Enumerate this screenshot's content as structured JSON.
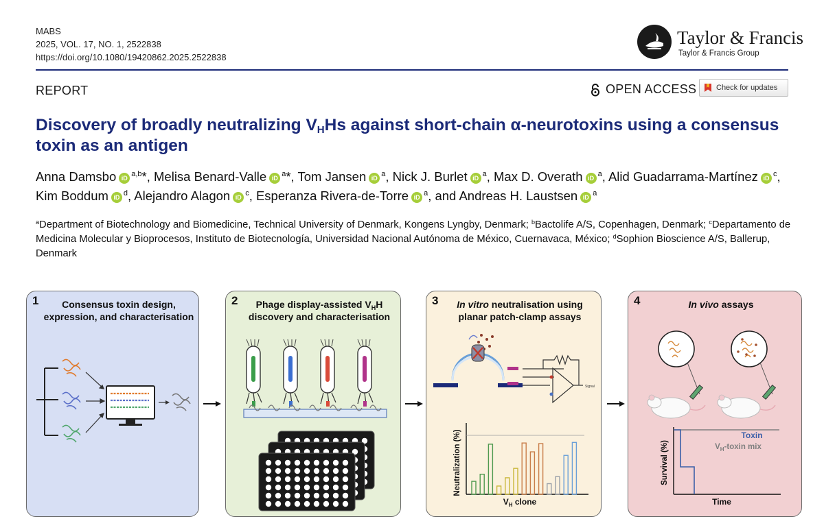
{
  "header": {
    "journal": "MABS",
    "citation": "2025, VOL. 17, NO. 1, 2522838",
    "doi": "https://doi.org/10.1080/19420862.2025.2522838",
    "publisher_name": "Taylor & Francis",
    "publisher_group": "Taylor & Francis Group"
  },
  "article": {
    "type": "REPORT",
    "open_access": "OPEN ACCESS",
    "check_updates": "Check for updates",
    "title_part1": "Discovery of broadly neutralizing V",
    "title_sub": "H",
    "title_part2": "Hs against short-chain α-neurotoxins using a consensus toxin as an antigen"
  },
  "authors": [
    {
      "name": "Anna Damsbo",
      "aff": "a,b",
      "mark": "*"
    },
    {
      "name": "Melisa Benard-Valle",
      "aff": "a",
      "mark": "*"
    },
    {
      "name": "Tom Jansen",
      "aff": "a",
      "mark": ""
    },
    {
      "name": "Nick J. Burlet",
      "aff": "a",
      "mark": ""
    },
    {
      "name": "Max D. Overath",
      "aff": "a",
      "mark": ""
    },
    {
      "name": "Alid Guadarrama-Martínez",
      "aff": "c",
      "mark": ""
    },
    {
      "name": "Kim Boddum",
      "aff": "d",
      "mark": ""
    },
    {
      "name": "Alejandro Alagon",
      "aff": "c",
      "mark": ""
    },
    {
      "name": "Esperanza Rivera-de-Torre",
      "aff": "a",
      "mark": ""
    },
    {
      "name": "Andreas H. Laustsen",
      "aff": "a",
      "mark": ""
    }
  ],
  "authors_conjunction": "and",
  "orcid_label": "iD",
  "affiliations": [
    {
      "key": "a",
      "text": "Department of Biotechnology and Biomedicine, Technical University of Denmark, Kongens Lyngby, Denmark;"
    },
    {
      "key": "b",
      "text": "Bactolife A/S, Copenhagen, Denmark;"
    },
    {
      "key": "c",
      "text": "Departamento de Medicina Molecular y Bioprocesos, Instituto de Biotecnología, Universidad Nacional Autónoma de México, Cuernavaca, México;"
    },
    {
      "key": "d",
      "text": "Sophion Bioscience A/S, Ballerup, Denmark"
    }
  ],
  "figure": {
    "panel1": {
      "number": "1",
      "title": "Consensus toxin design, expression, and characterisation"
    },
    "panel2": {
      "number": "2",
      "title_a": "Phage display-assisted V",
      "title_sub": "H",
      "title_b": "H discovery and characterisation"
    },
    "panel3": {
      "number": "3",
      "title_italic": "In vitro",
      "title_rest": " neutralisation using planar patch-clamp assays",
      "signal_label": "Signal",
      "ylabel": "Neutralization (%)",
      "xlabel": "V",
      "xlabel_sub": "H",
      "xlabel_end": " clone"
    },
    "panel4": {
      "number": "4",
      "title_italic": "In vivo",
      "title_rest": " assays",
      "ylabel": "Survival (%)",
      "xlabel": "Time",
      "legend_toxin": "Toxin",
      "legend_mix_a": "V",
      "legend_mix_sub": "H",
      "legend_mix_b": "-toxin mix"
    },
    "colors": {
      "toxin_line": "#3b5fa8",
      "mix_line": "#7f7f7f"
    }
  }
}
